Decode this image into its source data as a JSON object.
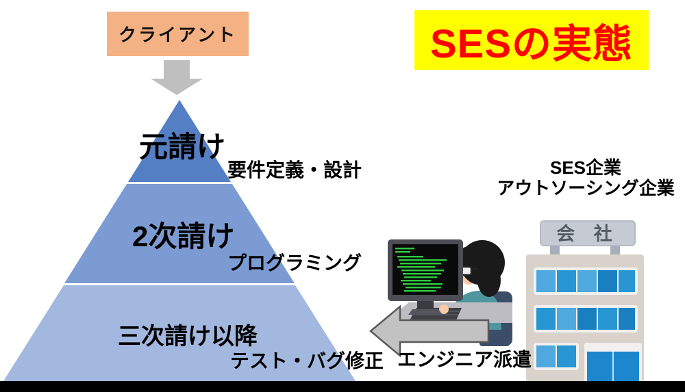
{
  "title": {
    "text": "SESの実態",
    "bg_color": "#FFFF00",
    "text_color": "#FF0000"
  },
  "client": {
    "label": "クライアント",
    "bg_color": "#F4B183"
  },
  "flow": {
    "down_arrow_color": "#BFBFBF"
  },
  "pyramid": {
    "tiers": [
      {
        "label": "元請け",
        "task": "要件定義・設計",
        "color": "#557FC4"
      },
      {
        "label": "2次請け",
        "task": "プログラミング",
        "color": "#7D9BD3"
      },
      {
        "label": "三次請け以降",
        "task": "テスト・バグ修正",
        "color": "#A3B8DF"
      }
    ]
  },
  "ses_companies": {
    "caption_lines": [
      "SES企業",
      "アウトソーシング企業"
    ],
    "building_sign": "会 社"
  },
  "dispatch": {
    "label": "エンジニア派遣",
    "arrow_fill": "#C2C2C2",
    "arrow_stroke": "#595959"
  },
  "decor": {
    "bottom_bar_color": "#000000",
    "code_text_color": "#2ECC40"
  }
}
